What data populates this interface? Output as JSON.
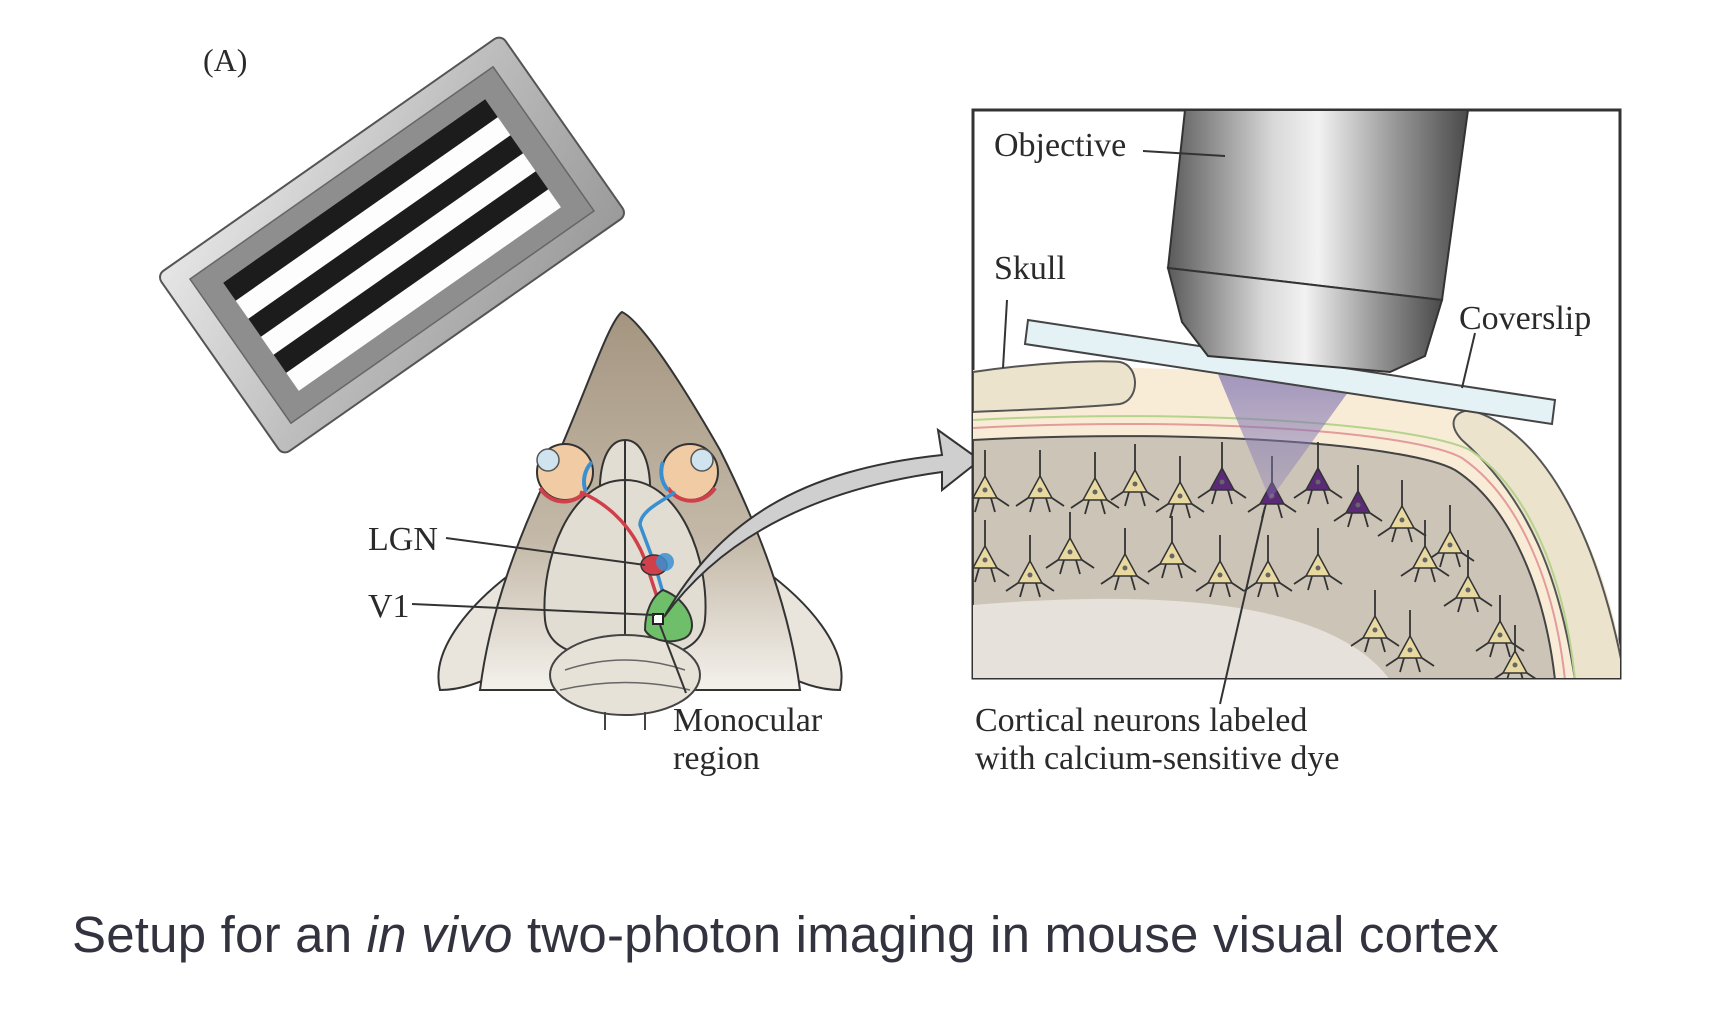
{
  "figure": {
    "panel_label": "(A)",
    "labels": {
      "lgn": "LGN",
      "v1": "V1",
      "monocular_line1": "Monocular",
      "monocular_line2": "region",
      "objective": "Objective",
      "skull": "Skull",
      "coverslip": "Coverslip",
      "neurons_line1": "Cortical neurons labeled",
      "neurons_line2": "with calcium-sensitive dye"
    },
    "components": [
      "grating-monitor",
      "mouse-head",
      "zoom-arrow",
      "imaging-inset"
    ],
    "colors": {
      "mouse_fur": "#a89a88",
      "brain": "#e2ddd2",
      "lgn_red": "#d0404a",
      "lgn_blue": "#3a8fd0",
      "v1_green": "#6fbf6a",
      "neuron_unlabeled": "#e8d9a0",
      "neuron_labeled": "#5a2a78",
      "laser_cone": "#8a7fb8",
      "coverslip": "#e4f1f5",
      "skull": "#ebe3cc"
    }
  },
  "caption": {
    "before": "Setup for an ",
    "italic": "in vivo",
    "after": " two-photon imaging in mouse visual cortex"
  }
}
